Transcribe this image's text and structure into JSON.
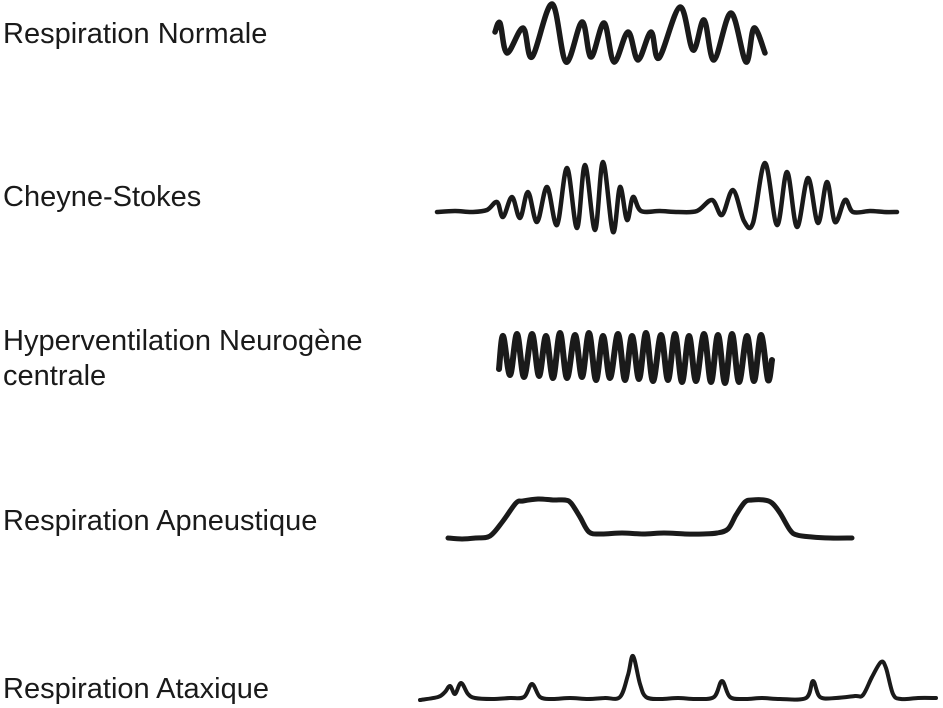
{
  "page": {
    "background": "#ffffff",
    "ink": "#1a1a1a"
  },
  "figure": {
    "description_type": "respiratory-pattern-traces"
  },
  "rows": [
    {
      "id": "respiration-normale",
      "label": "Respiration Normale",
      "pattern": "regular oscillation, variable amplitude",
      "stroke_width": 5.5,
      "points": [
        [
          495,
          32
        ],
        [
          500,
          23
        ],
        [
          507,
          53
        ],
        [
          523,
          28
        ],
        [
          532,
          57
        ],
        [
          552,
          4
        ],
        [
          566,
          62
        ],
        [
          582,
          22
        ],
        [
          591,
          57
        ],
        [
          604,
          23
        ],
        [
          614,
          62
        ],
        [
          628,
          32
        ],
        [
          638,
          60
        ],
        [
          651,
          32
        ],
        [
          659,
          58
        ],
        [
          680,
          7
        ],
        [
          693,
          50
        ],
        [
          704,
          20
        ],
        [
          714,
          60
        ],
        [
          731,
          13
        ],
        [
          746,
          62
        ],
        [
          754,
          28
        ],
        [
          765,
          53
        ]
      ]
    },
    {
      "id": "cheyne-stokes",
      "label": "Cheyne-Stokes",
      "pattern": "crescendo-decrescendo bursts separated by apnea",
      "stroke_width": 4.5,
      "points": [
        [
          437,
          212
        ],
        [
          455,
          211
        ],
        [
          472,
          212
        ],
        [
          487,
          210
        ],
        [
          497,
          202
        ],
        [
          503,
          217
        ],
        [
          512,
          197
        ],
        [
          520,
          218
        ],
        [
          528,
          192
        ],
        [
          537,
          222
        ],
        [
          547,
          187
        ],
        [
          557,
          225
        ],
        [
          567,
          168
        ],
        [
          577,
          228
        ],
        [
          585,
          165
        ],
        [
          595,
          230
        ],
        [
          603,
          162
        ],
        [
          613,
          232
        ],
        [
          620,
          187
        ],
        [
          627,
          220
        ],
        [
          633,
          197
        ],
        [
          641,
          211
        ],
        [
          660,
          211
        ],
        [
          678,
          212
        ],
        [
          697,
          211
        ],
        [
          712,
          200
        ],
        [
          722,
          215
        ],
        [
          733,
          190
        ],
        [
          744,
          221
        ],
        [
          753,
          223
        ],
        [
          765,
          163
        ],
        [
          777,
          225
        ],
        [
          787,
          172
        ],
        [
          797,
          227
        ],
        [
          808,
          178
        ],
        [
          818,
          223
        ],
        [
          827,
          182
        ],
        [
          835,
          222
        ],
        [
          845,
          200
        ],
        [
          853,
          212
        ],
        [
          870,
          211
        ],
        [
          884,
          212
        ],
        [
          897,
          212
        ]
      ]
    },
    {
      "id": "hyperventilation-neurogene-centrale",
      "label": "Hyperventilation Neurogène\ncentrale",
      "pattern": "rapid deep constant-amplitude oscillation",
      "stroke_width": 6,
      "points": [
        [
          499,
          369
        ],
        [
          503,
          336
        ],
        [
          510,
          375
        ],
        [
          517,
          334
        ],
        [
          524,
          377
        ],
        [
          532,
          334
        ],
        [
          539,
          376
        ],
        [
          546,
          336
        ],
        [
          553,
          378
        ],
        [
          560,
          333
        ],
        [
          567,
          378
        ],
        [
          575,
          335
        ],
        [
          582,
          377
        ],
        [
          589,
          333
        ],
        [
          596,
          380
        ],
        [
          603,
          336
        ],
        [
          610,
          378
        ],
        [
          618,
          334
        ],
        [
          625,
          380
        ],
        [
          632,
          336
        ],
        [
          639,
          379
        ],
        [
          646,
          333
        ],
        [
          653,
          381
        ],
        [
          661,
          335
        ],
        [
          668,
          380
        ],
        [
          675,
          334
        ],
        [
          682,
          382
        ],
        [
          689,
          336
        ],
        [
          696,
          381
        ],
        [
          704,
          334
        ],
        [
          711,
          382
        ],
        [
          718,
          335
        ],
        [
          725,
          383
        ],
        [
          732,
          334
        ],
        [
          739,
          382
        ],
        [
          747,
          336
        ],
        [
          754,
          381
        ],
        [
          761,
          335
        ],
        [
          768,
          380
        ],
        [
          772,
          360
        ]
      ]
    },
    {
      "id": "respiration-apneustique",
      "label": "Respiration Apneustique",
      "pattern": "prolonged inspiratory plateaus",
      "stroke_width": 5,
      "points": [
        [
          448,
          538
        ],
        [
          462,
          539
        ],
        [
          476,
          538
        ],
        [
          490,
          536
        ],
        [
          503,
          521
        ],
        [
          516,
          503
        ],
        [
          523,
          501
        ],
        [
          538,
          499
        ],
        [
          553,
          500
        ],
        [
          565,
          500
        ],
        [
          571,
          503
        ],
        [
          580,
          517
        ],
        [
          589,
          532
        ],
        [
          601,
          534
        ],
        [
          622,
          533
        ],
        [
          643,
          534
        ],
        [
          664,
          533
        ],
        [
          685,
          534
        ],
        [
          703,
          534
        ],
        [
          717,
          533
        ],
        [
          728,
          529
        ],
        [
          736,
          515
        ],
        [
          745,
          502
        ],
        [
          752,
          500
        ],
        [
          764,
          500
        ],
        [
          772,
          503
        ],
        [
          780,
          513
        ],
        [
          790,
          530
        ],
        [
          797,
          535
        ],
        [
          812,
          537
        ],
        [
          830,
          538
        ],
        [
          852,
          538
        ]
      ]
    },
    {
      "id": "respiration-ataxique",
      "label": "Respiration Ataxique",
      "pattern": "irregular spikes of varying height",
      "stroke_width": 4,
      "points": [
        [
          420,
          700
        ],
        [
          438,
          697
        ],
        [
          445,
          692
        ],
        [
          450,
          686
        ],
        [
          455,
          694
        ],
        [
          461,
          683
        ],
        [
          468,
          694
        ],
        [
          475,
          698
        ],
        [
          492,
          699
        ],
        [
          510,
          698
        ],
        [
          524,
          697
        ],
        [
          532,
          684
        ],
        [
          540,
          697
        ],
        [
          552,
          699
        ],
        [
          570,
          698
        ],
        [
          588,
          699
        ],
        [
          605,
          698
        ],
        [
          620,
          697
        ],
        [
          628,
          675
        ],
        [
          633,
          656
        ],
        [
          640,
          684
        ],
        [
          646,
          697
        ],
        [
          660,
          699
        ],
        [
          678,
          698
        ],
        [
          696,
          699
        ],
        [
          714,
          697
        ],
        [
          722,
          681
        ],
        [
          730,
          697
        ],
        [
          745,
          699
        ],
        [
          762,
          698
        ],
        [
          780,
          699
        ],
        [
          806,
          698
        ],
        [
          813,
          681
        ],
        [
          820,
          697
        ],
        [
          836,
          698
        ],
        [
          855,
          696
        ],
        [
          863,
          695
        ],
        [
          872,
          677
        ],
        [
          881,
          662
        ],
        [
          886,
          668
        ],
        [
          893,
          694
        ],
        [
          901,
          699
        ],
        [
          918,
          698
        ],
        [
          936,
          698
        ]
      ]
    }
  ]
}
